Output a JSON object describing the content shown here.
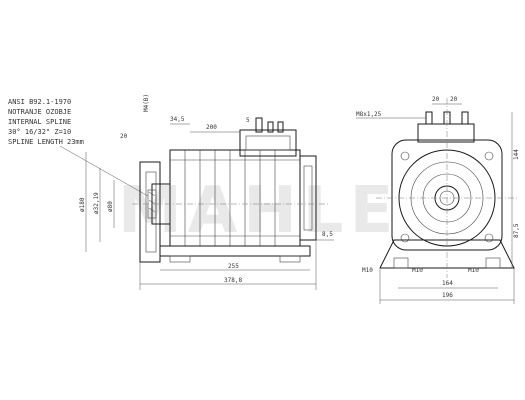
{
  "note": {
    "lines": [
      "ANSI B92.1-1970",
      "NOTRANJE OZOBJE",
      "INTERNAL SPLINE",
      "30° 16/32\" Z=10",
      "SPLINE LENGTH 23mm"
    ]
  },
  "side_view": {
    "dims": {
      "d34_5": "34,5",
      "d200": "200",
      "d5": "5",
      "dM4": "M4(B)",
      "d20": "20",
      "dia180": "ø180",
      "dia80": "ø80",
      "dia3219": "ø32,19",
      "d85": "8,5",
      "d255": "255",
      "d3788": "378,8"
    }
  },
  "front_view": {
    "dims": {
      "m8": "M8x1,25",
      "d20a": "20",
      "d20b": "20",
      "d144": "144",
      "d875": "87,5",
      "m10a": "M10",
      "m10b": "M10",
      "m10c": "M10",
      "d164": "164",
      "d196": "196"
    }
  },
  "watermark": "MAHLE"
}
